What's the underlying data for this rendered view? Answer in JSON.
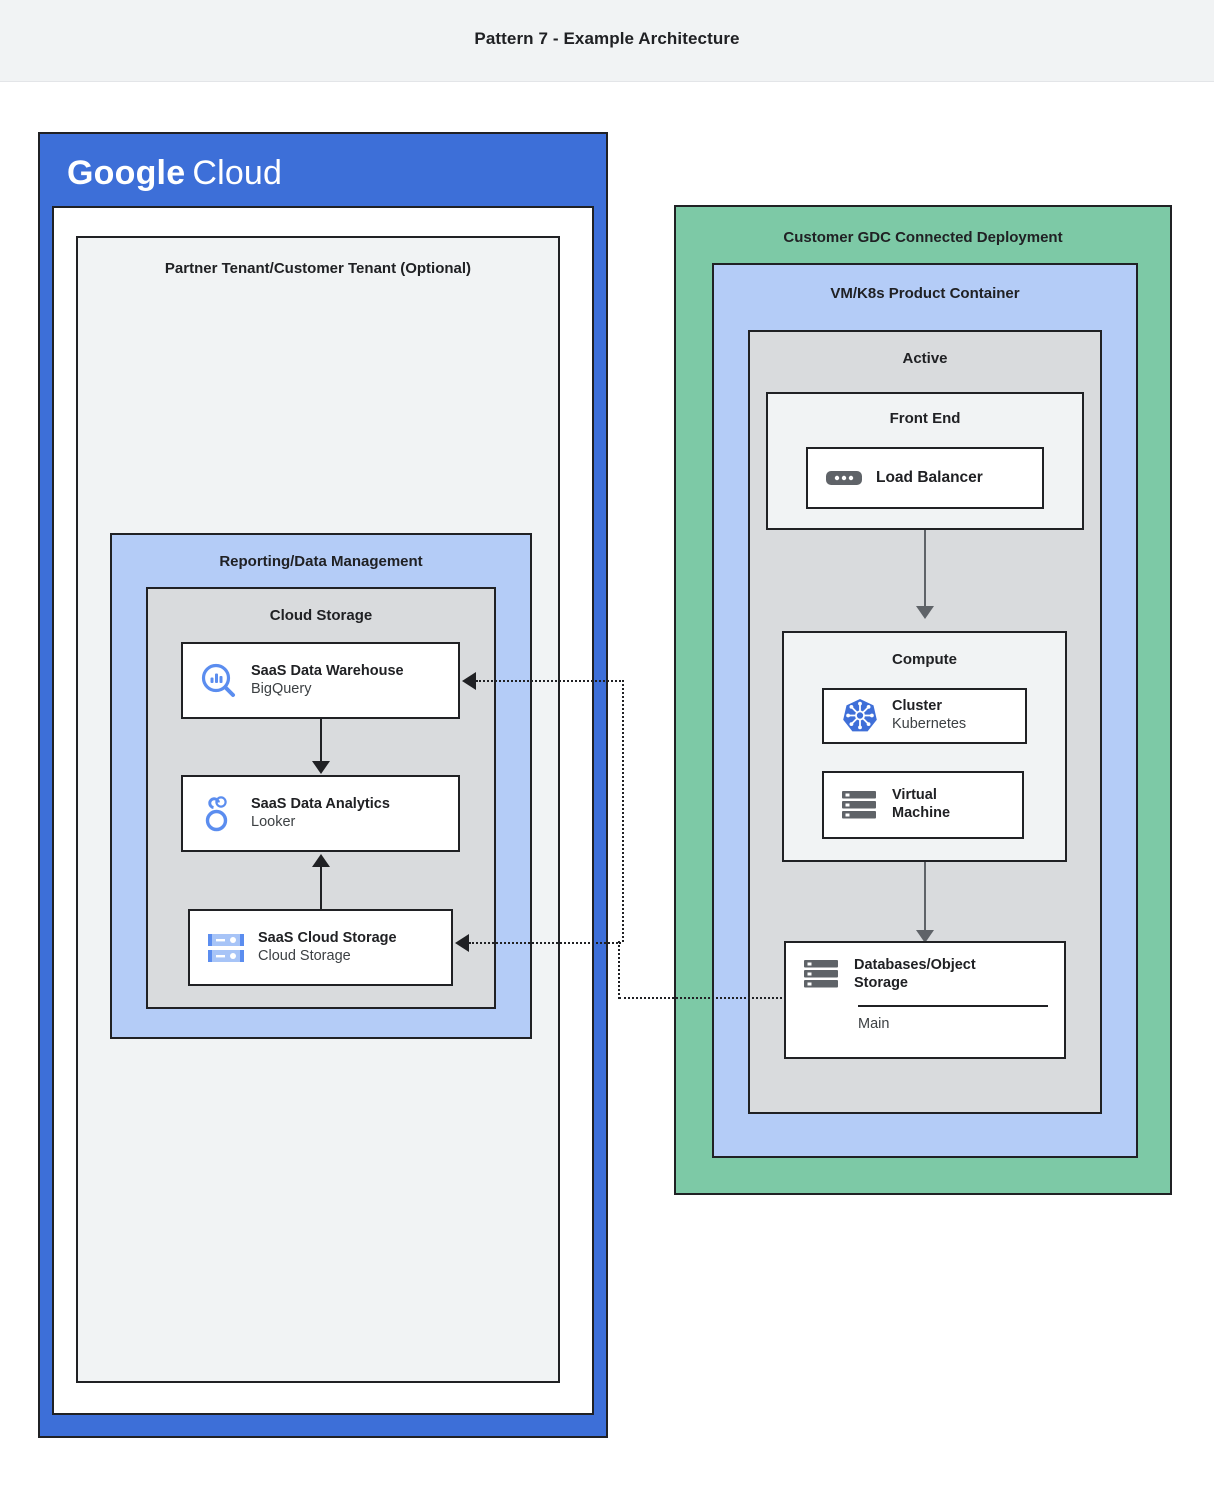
{
  "header": {
    "title": "Pattern 7 - Example Architecture"
  },
  "colors": {
    "header_bg": "#f1f3f4",
    "gcp_blue": "#3d6fd8",
    "pale_blue": "#b4ccf7",
    "gray": "#d9dbdd",
    "light_gray": "#f1f3f4",
    "green": "#7dc9a6",
    "stroke": "#202124",
    "icon_blue": "#5b8def",
    "icon_gray": "#5f6368"
  },
  "gcp": {
    "wordmark_bold": "Google",
    "wordmark_light": "Cloud",
    "tenant_title": "Partner Tenant/Customer Tenant (Optional)",
    "reporting_title": "Reporting/Data Management",
    "cloud_storage_title": "Cloud Storage",
    "nodes": [
      {
        "icon": "bigquery-icon",
        "primary": "SaaS Data Warehouse",
        "secondary": "BigQuery"
      },
      {
        "icon": "looker-icon",
        "primary": "SaaS Data Analytics",
        "secondary": "Looker"
      },
      {
        "icon": "cloud-storage-icon",
        "primary": "SaaS Cloud Storage",
        "secondary": "Cloud Storage"
      }
    ]
  },
  "gdc": {
    "deployment_title": "Customer GDC Connected Deployment",
    "product_container_title": "VM/K8s Product Container",
    "active_title": "Active",
    "front_end_title": "Front End",
    "compute_title": "Compute",
    "load_balancer": {
      "icon": "load-balancer-icon",
      "primary": "Load Balancer"
    },
    "compute_nodes": [
      {
        "icon": "kubernetes-icon",
        "primary": "Cluster",
        "secondary": "Kubernetes"
      },
      {
        "icon": "virtual-machine-icon",
        "primary_line1": "Virtual",
        "primary_line2": "Machine"
      }
    ],
    "database": {
      "icon": "database-storage-icon",
      "primary_line1": "Databases/Object",
      "primary_line2": "Storage",
      "sub": "Main"
    }
  }
}
